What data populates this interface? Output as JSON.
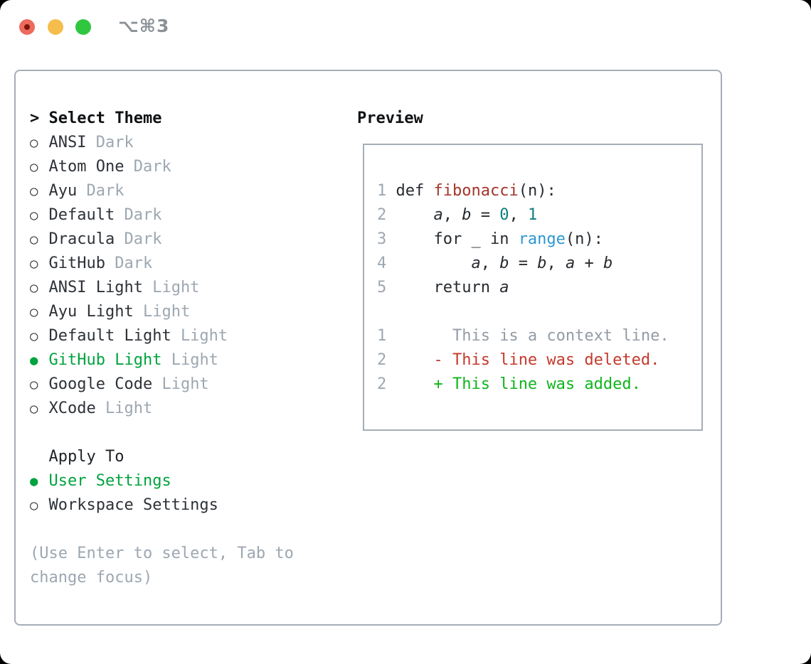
{
  "titlebar": {
    "shortcut": "⌥⌘3",
    "buttons": [
      "close",
      "minimize",
      "zoom"
    ]
  },
  "colors": {
    "accent_green": "#00a33f",
    "added_green": "#10b51d",
    "deleted_red": "#c43a2c",
    "function_red": "#a4342a",
    "number_teal": "#0d7e80",
    "builtin_blue": "#2e96d2",
    "text_dark": "#2d3238",
    "header_black": "#0f1215",
    "muted_gray": "#9da7b1",
    "context_gray": "#939ca6",
    "border_gray": "#a6adb7",
    "traffic_red": "#ed6a5e",
    "traffic_yellow": "#f5bd4c",
    "traffic_green": "#30c740"
  },
  "theme_panel": {
    "marker_unselected": "○",
    "marker_selected": "●",
    "header": {
      "caret": ">",
      "label": "Select Theme"
    },
    "themes": [
      {
        "name": "ANSI",
        "variant": "Dark",
        "selected": false
      },
      {
        "name": "Atom One",
        "variant": "Dark",
        "selected": false
      },
      {
        "name": "Ayu",
        "variant": "Dark",
        "selected": false
      },
      {
        "name": "Default",
        "variant": "Dark",
        "selected": false
      },
      {
        "name": "Dracula",
        "variant": "Dark",
        "selected": false
      },
      {
        "name": "GitHub",
        "variant": "Dark",
        "selected": false
      },
      {
        "name": "ANSI Light",
        "variant": "Light",
        "selected": false
      },
      {
        "name": "Ayu Light",
        "variant": "Light",
        "selected": false
      },
      {
        "name": "Default Light",
        "variant": "Light",
        "selected": false
      },
      {
        "name": "GitHub Light",
        "variant": "Light",
        "selected": true
      },
      {
        "name": "Google Code",
        "variant": "Light",
        "selected": false
      },
      {
        "name": "XCode",
        "variant": "Light",
        "selected": false
      }
    ],
    "apply_to": {
      "label": "Apply To",
      "options": [
        {
          "name": "User Settings",
          "selected": true
        },
        {
          "name": "Workspace Settings",
          "selected": false
        }
      ]
    },
    "hint_line1": "(Use Enter to select, Tab to",
    "hint_line2": "change focus)"
  },
  "preview": {
    "title": "Preview",
    "code_lines": [
      {
        "num": "1",
        "segments": [
          {
            "t": " def "
          },
          {
            "t": "fibonacci"
          },
          {
            "t": "(n):"
          }
        ]
      },
      {
        "num": "2",
        "segments": [
          {
            "t": "     "
          },
          {
            "t": "a"
          },
          {
            "t": ", "
          },
          {
            "t": "b"
          },
          {
            "t": " = "
          },
          {
            "t": "0"
          },
          {
            "t": ", "
          },
          {
            "t": "1"
          }
        ]
      },
      {
        "num": "3",
        "segments": [
          {
            "t": "     for _ in "
          },
          {
            "t": "range"
          },
          {
            "t": "(n):"
          }
        ]
      },
      {
        "num": "4",
        "segments": [
          {
            "t": "         "
          },
          {
            "t": "a"
          },
          {
            "t": ", "
          },
          {
            "t": "b"
          },
          {
            "t": " = "
          },
          {
            "t": "b"
          },
          {
            "t": ", "
          },
          {
            "t": "a"
          },
          {
            "t": " + "
          },
          {
            "t": "b"
          }
        ]
      },
      {
        "num": "5",
        "segments": [
          {
            "t": "     return "
          },
          {
            "t": "a"
          }
        ]
      },
      {
        "num": "1",
        "segments": [
          {
            "t": "       This is a context line."
          }
        ]
      },
      {
        "num": "2",
        "segments": [
          {
            "t": "     "
          },
          {
            "t": "- This line was deleted."
          }
        ]
      },
      {
        "num": "2",
        "segments": [
          {
            "t": "     "
          },
          {
            "t": "+ This line was added."
          }
        ]
      }
    ]
  }
}
